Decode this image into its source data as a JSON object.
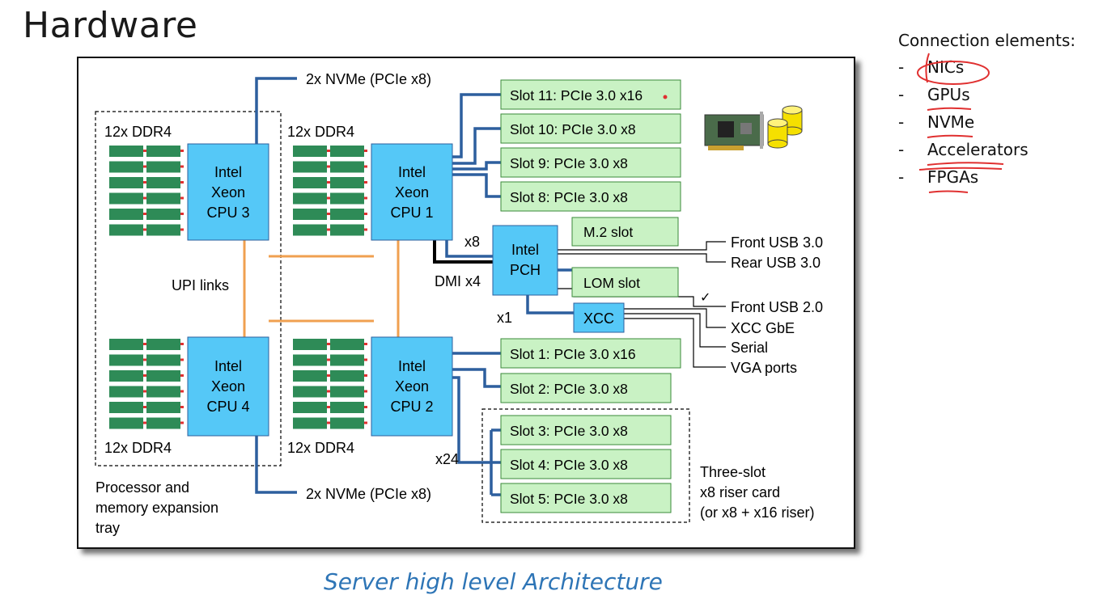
{
  "slide": {
    "title": "Hardware",
    "caption": "Server high level Architecture"
  },
  "notes": {
    "title": "Connection elements:",
    "items": [
      {
        "dash": "-",
        "label": "NICs"
      },
      {
        "dash": "-",
        "label": "GPUs"
      },
      {
        "dash": "-",
        "label": "NVMe"
      },
      {
        "dash": "-",
        "label": "Accelerators"
      },
      {
        "dash": "-",
        "label": "FPGAs"
      }
    ]
  },
  "diagram": {
    "cpus": [
      {
        "line1": "Intel",
        "line2": "Xeon",
        "line3": "CPU 3"
      },
      {
        "line1": "Intel",
        "line2": "Xeon",
        "line3": "CPU 1"
      },
      {
        "line1": "Intel",
        "line2": "Xeon",
        "line3": "CPU 4"
      },
      {
        "line1": "Intel",
        "line2": "Xeon",
        "line3": "CPU 2"
      }
    ],
    "ddr_labels": [
      "12x DDR4",
      "12x DDR4",
      "12x DDR4",
      "12x DDR4"
    ],
    "nvme_top": "2x NVMe (PCIe x8)",
    "nvme_bottom": "2x NVMe (PCIe x8)",
    "upi": "UPI links",
    "tray": [
      "Processor and",
      "memory expansion",
      "tray"
    ],
    "pch": {
      "line1": "Intel",
      "line2": "PCH"
    },
    "xcc": "XCC",
    "dmi": "DMI x4",
    "x8": "x8",
    "x1": "x1",
    "x24": "x24",
    "slots_top": [
      "Slot 11: PCIe 3.0 x16",
      "Slot 10: PCIe 3.0 x8",
      "Slot 9: PCIe 3.0 x8",
      "Slot 8: PCIe 3.0 x8"
    ],
    "m2": "M.2 slot",
    "lom": "LOM slot",
    "slots_bottom": [
      "Slot 1: PCIe 3.0 x16",
      "Slot 2: PCIe 3.0 x8"
    ],
    "riser_slots": [
      "Slot 3: PCIe 3.0 x8",
      "Slot 4: PCIe 3.0 x8",
      "Slot 5: PCIe 3.0 x8"
    ],
    "riser_label": [
      "Three-slot",
      "x8 riser card",
      "(or x8 + x16 riser)"
    ],
    "ports": [
      "Front USB 3.0",
      "Rear USB 3.0",
      "Front USB 2.0",
      "XCC GbE",
      "Serial",
      "VGA ports"
    ]
  },
  "colors": {
    "cpu_fill": "#55c8f7",
    "slot_fill": "#c9f2c4",
    "dimm_fill": "#2e8b57",
    "bus_blue": "#2d5f9e",
    "upi_orange": "#f0a050",
    "caption": "#2e75b6",
    "ink_red": "#e03030"
  }
}
